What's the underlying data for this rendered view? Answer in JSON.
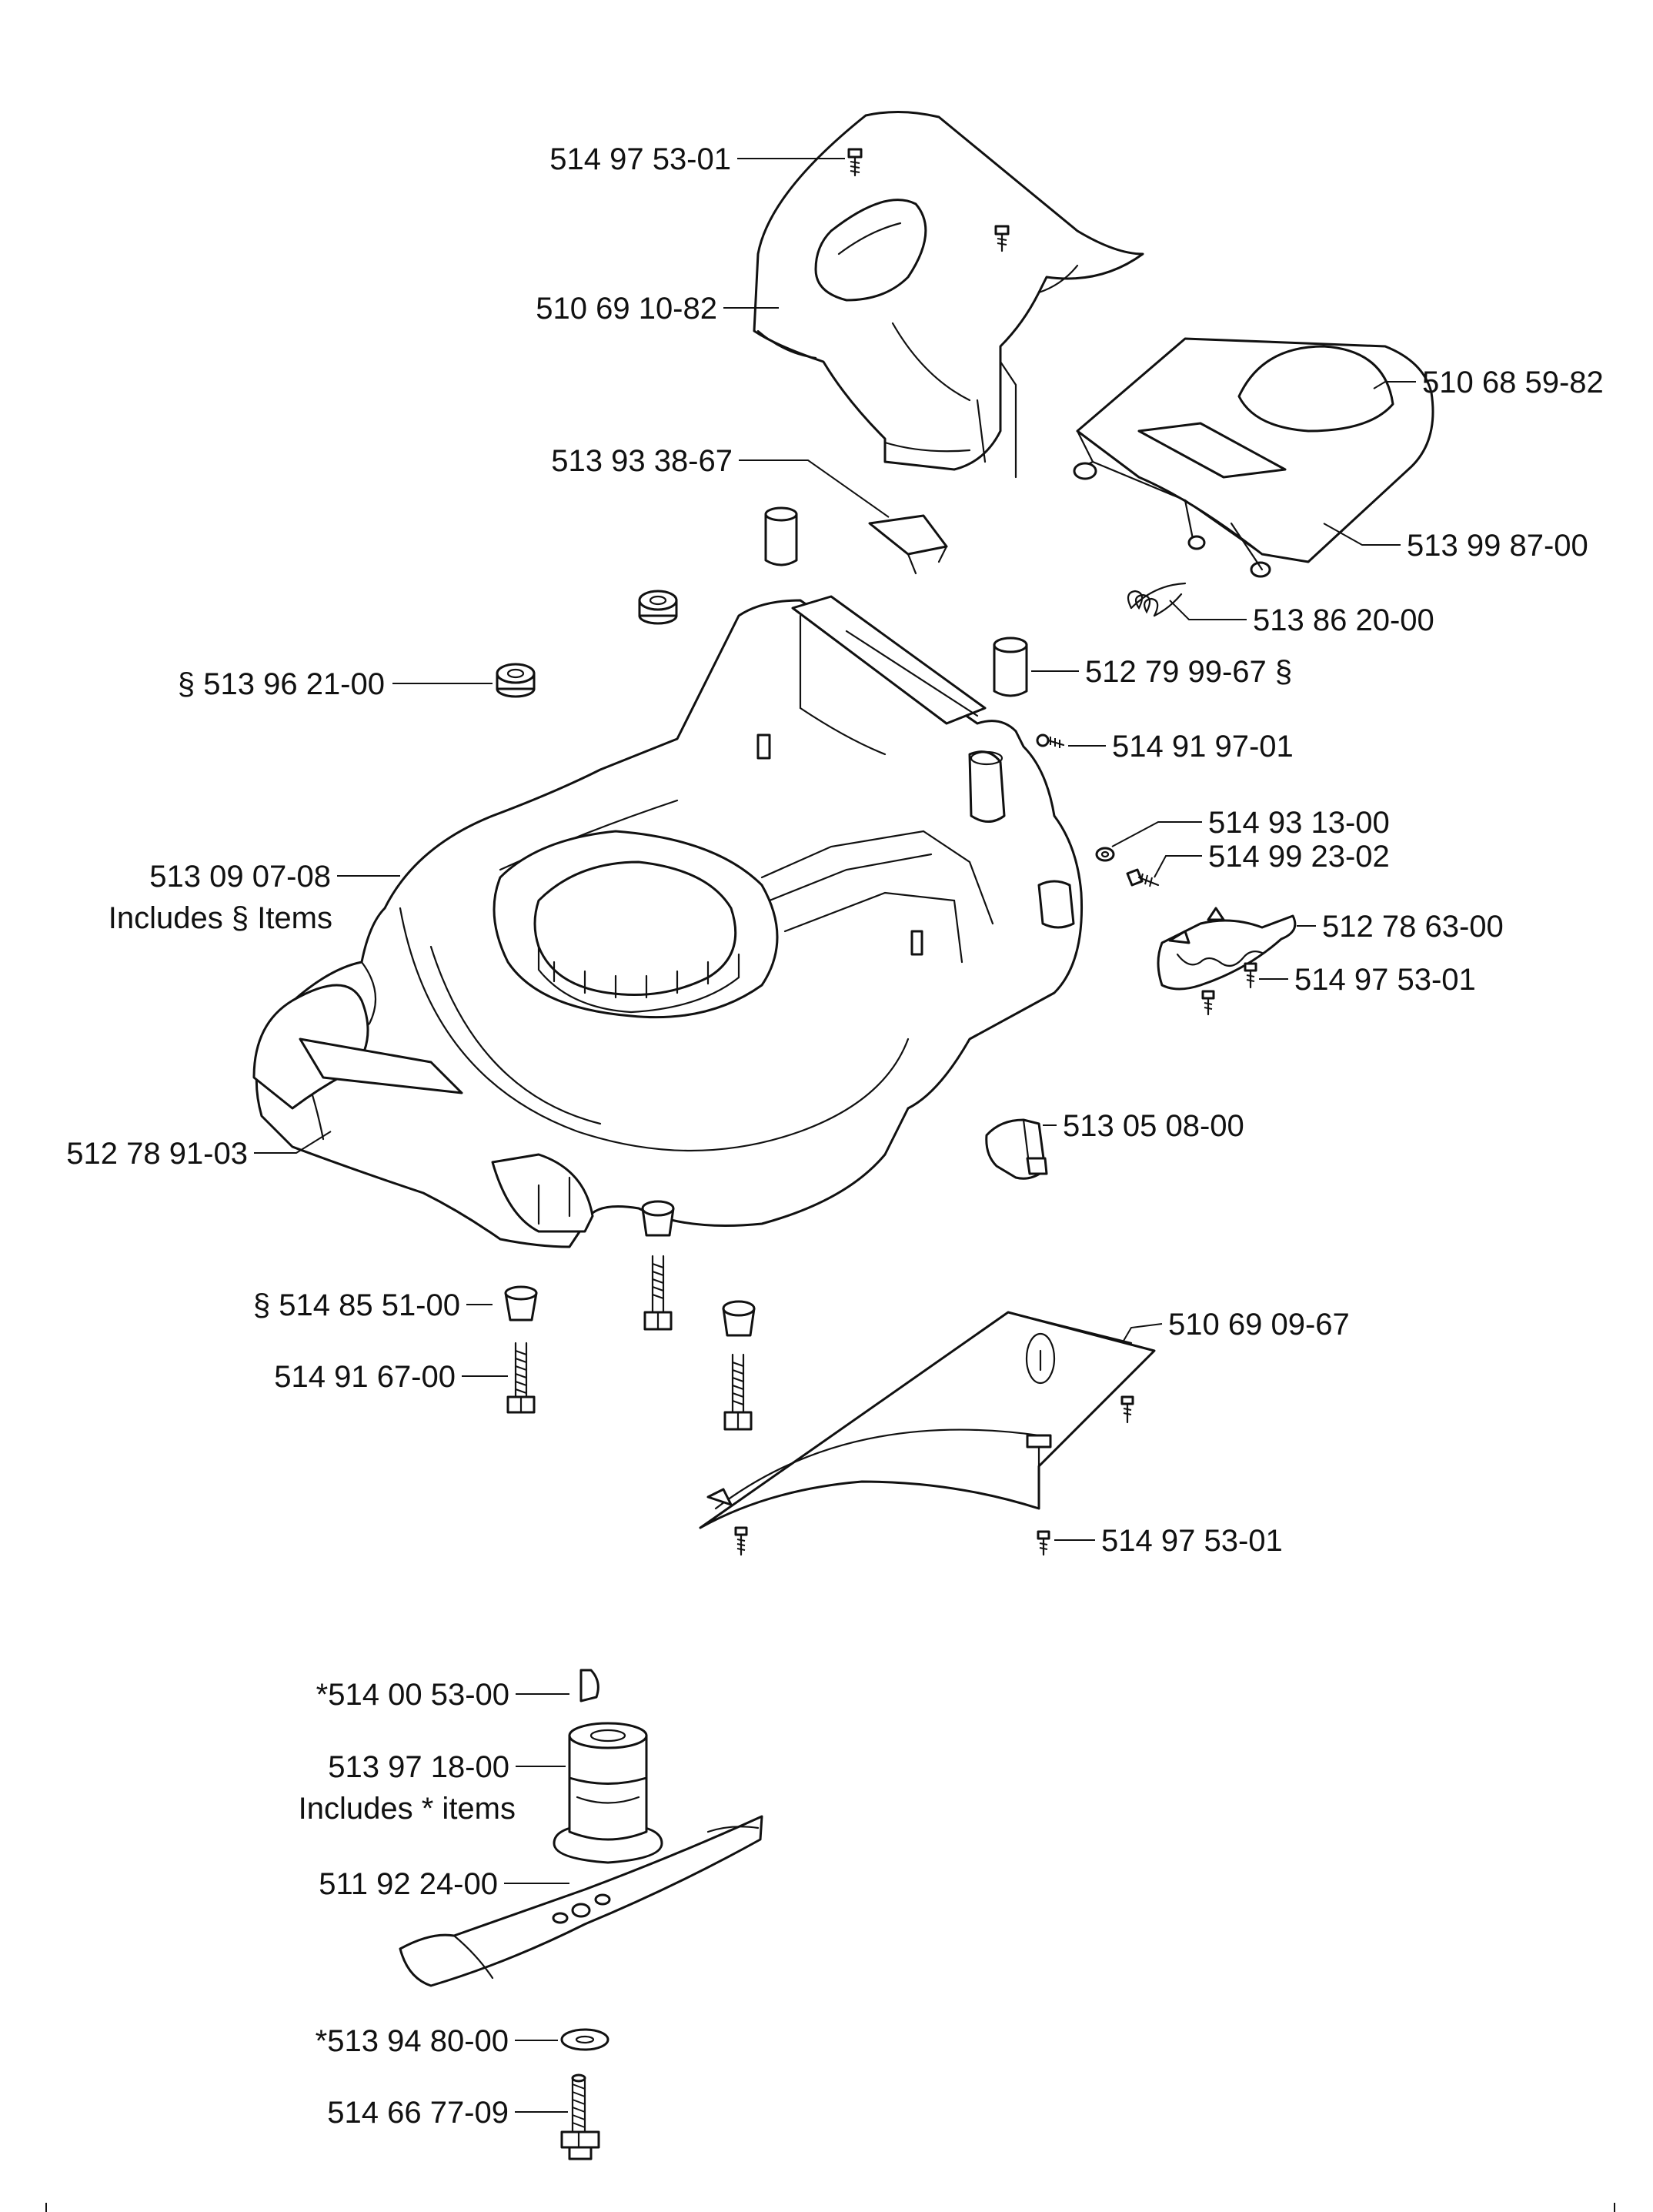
{
  "callouts": {
    "c01": "514 97 53-01",
    "c02": "510 69 10-82",
    "c03": "510 68 59-82",
    "c04": "513 93 38-67",
    "c05": "513 99 87-00",
    "c06": "513 86 20-00",
    "c07": "§ 513 96 21-00",
    "c08": "512 79 99-67 §",
    "c09": "514 91 97-01",
    "c10": "514 93 13-00",
    "c11": "514 99 23-02",
    "c12": "513 09 07-08",
    "c12b": "Includes § Items",
    "c13": "512 78 63-00",
    "c14": "514 97 53-01",
    "c15": "513 05 08-00",
    "c16": "512 78 91-03",
    "c17": "§ 514 85 51-00",
    "c18": "510 69 09-67",
    "c19": "514 91 67-00",
    "c20": "514 97 53-01",
    "c21": "*514 00 53-00",
    "c22": "513 97 18-00",
    "c22b": "Includes  *  items",
    "c23": "511 92 24-00",
    "c24": "*513 94 80-00",
    "c25": "514 66 77-09"
  }
}
